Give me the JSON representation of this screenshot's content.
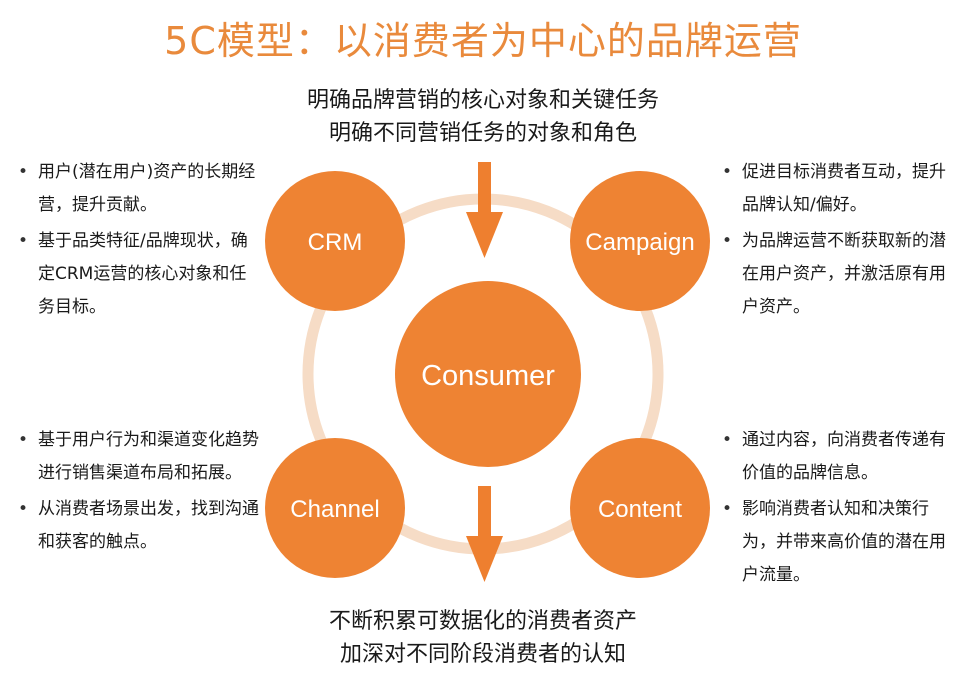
{
  "title": "5C模型：以消费者为中心的品牌运营",
  "top_caption": [
    "明确品牌营销的核心对象和关键任务",
    "明确不同营销任务的对象和角色"
  ],
  "bottom_caption": [
    "不断积累可数据化的消费者资产",
    "加深对不同阶段消费者的认知"
  ],
  "nodes": {
    "center": "Consumer",
    "crm": "CRM",
    "campaign": "Campaign",
    "channel": "Channel",
    "content": "Content"
  },
  "bullets": {
    "crm": [
      "用户(潜在用户)资产的长期经营，提升贡献。",
      "基于品类特征/品牌现状，确定CRM运营的核心对象和任务目标。"
    ],
    "campaign": [
      "促进目标消费者互动，提升品牌认知/偏好。",
      "为品牌运营不断获取新的潜在用户资产，并激活原有用户资产。"
    ],
    "channel": [
      "基于用户行为和渠道变化趋势进行销售渠道布局和拓展。",
      "从消费者场景出发，找到沟通和获客的触点。"
    ],
    "content": [
      "通过内容，向消费者传递有价值的品牌信息。",
      "影响消费者认知和决策行为，并带来高价值的潜在用户流量。"
    ]
  },
  "colors": {
    "accent": "#e98a3c",
    "circle": "#ee8333",
    "ring": "#f6dcc6",
    "arrow": "#ee7f2f"
  }
}
